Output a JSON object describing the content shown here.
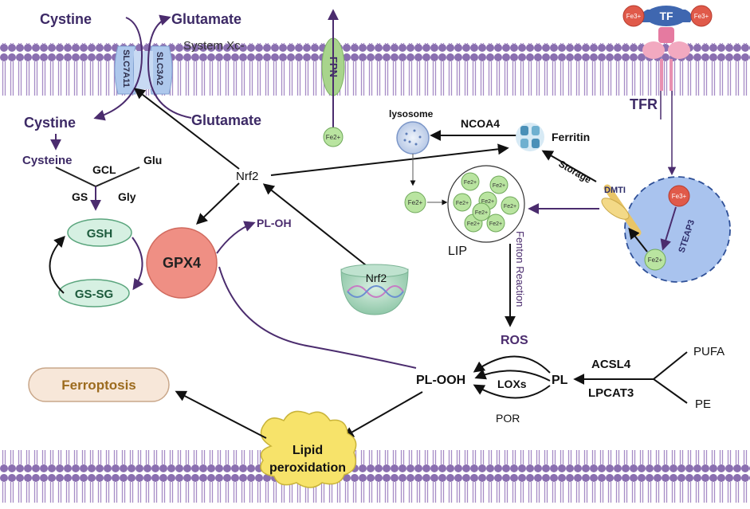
{
  "transporter": {
    "cystine_in": "Cystine",
    "glutamate_out": "Glutamate",
    "slc7a11": "SLC7A11",
    "slc3a2": "SLC3A2",
    "system_label": "System Xc-",
    "cystine_cyto": "Cystine",
    "glutamate_cyto": "Glutamate"
  },
  "fpn": {
    "label": "FPN",
    "fe2": "Fe2+"
  },
  "tf": {
    "tf_label": "TF",
    "fe3_left": "Fe3+",
    "fe3_right": "Fe3+",
    "tfr_label": "TFR"
  },
  "gsh_pathway": {
    "cysteine": "Cysteine",
    "gcl": "GCL",
    "glu": "Glu",
    "gs": "GS",
    "gly": "Gly",
    "gsh": "GSH",
    "gssg": "GS-SG"
  },
  "nrf2": {
    "label": "Nrf2",
    "nucleus_label": "Nrf2"
  },
  "gpx4": {
    "label": "GPX4",
    "product": "PL-OH"
  },
  "iron": {
    "lysosome": "lysosome",
    "ncoa4": "NCOA4",
    "ferritin": "Ferritin",
    "storage": "Storage",
    "dmt1": "DMTI",
    "steap3": "STEAP3",
    "fe3": "Fe3+",
    "fe2_endosome": "Fe2+",
    "fe2_lyso": "Fe2+",
    "lip": "LIP",
    "lip_fe2": [
      "Fe2+",
      "Fe2+",
      "Fe2+",
      "Fe2+",
      "Fe2+",
      "Fe2+",
      "Fe2+",
      "Fe2+"
    ],
    "fenton": "Fenton Reaction",
    "ros": "ROS"
  },
  "lipid": {
    "pufa": "PUFA",
    "pe": "PE",
    "acsl4": "ACSL4",
    "lpcat3": "LPCAT3",
    "pl": "PL",
    "loxs": "LOXs",
    "por": "POR",
    "plooh": "PL-OOH",
    "ferroptosis": "Ferroptosis",
    "lipid_perox_line1": "Lipid",
    "lipid_perox_line2": "peroxidation"
  },
  "colors": {
    "membrane": "#8a6fb0",
    "arrow_purple": "#4b2c6e",
    "gsh_green": "#d6f0e2",
    "gpx4_red": "#ef8f84",
    "ferroptosis_bg": "#f7e7d9",
    "ferroptosis_text": "#9c6b1e",
    "lipid_yellow": "#f7e36a",
    "fe_green": "#b9e4a0",
    "fe3_red": "#e05a4a",
    "endosome_blue": "#a9c3ee"
  }
}
